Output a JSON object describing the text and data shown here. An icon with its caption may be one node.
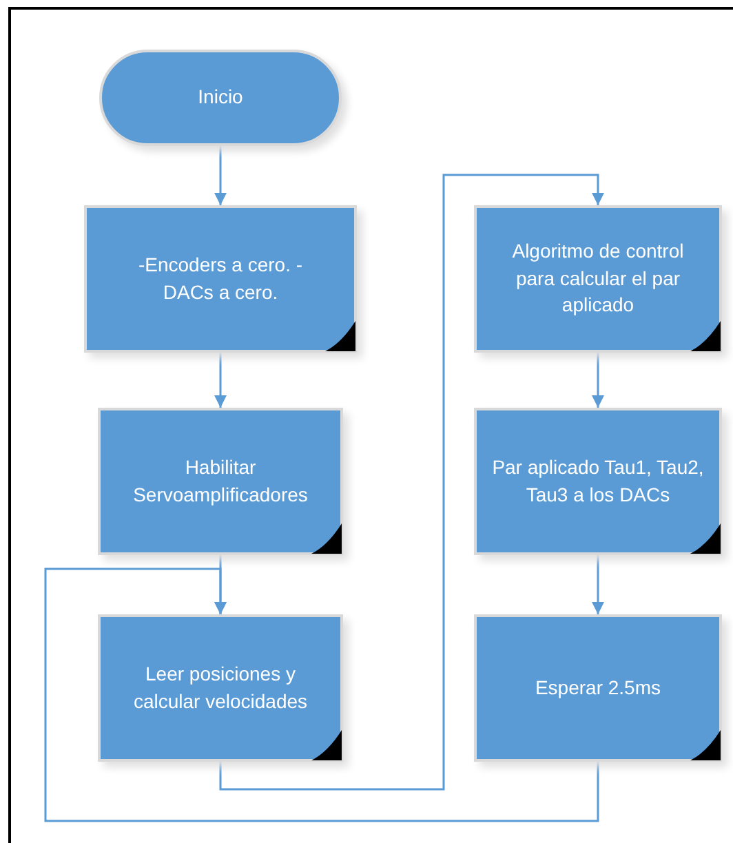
{
  "diagram": {
    "nodes": [
      {
        "text": [
          "Inicio"
        ]
      },
      {
        "text": [
          "-Encoders a cero. -DACs a cero."
        ]
      },
      {
        "text": [
          "Habilitar Servoamplificadores"
        ]
      },
      {
        "text": [
          "Leer posiciones y calcular velocidades"
        ]
      },
      {
        "text": [
          "Algoritmo de control para calcular el par aplicado"
        ]
      },
      {
        "text": [
          "Par aplicado Tau1, Tau2, Tau3 a los DACs"
        ]
      },
      {
        "text": [
          "Esperar 2.5ms"
        ]
      }
    ],
    "edges": [
      {
        "from": 0,
        "to": 1,
        "arrow": "to"
      },
      {
        "from": 1,
        "to": 2,
        "arrow": "to"
      },
      {
        "from": 2,
        "to": 3,
        "arrow": "to"
      },
      {
        "from": 3,
        "to": 4,
        "arrow": "to"
      },
      {
        "from": 4,
        "to": 5,
        "arrow": "to"
      },
      {
        "from": 5,
        "to": 6,
        "arrow": "to"
      },
      {
        "from": 6,
        "to": 3,
        "arrow": "to"
      }
    ]
  }
}
